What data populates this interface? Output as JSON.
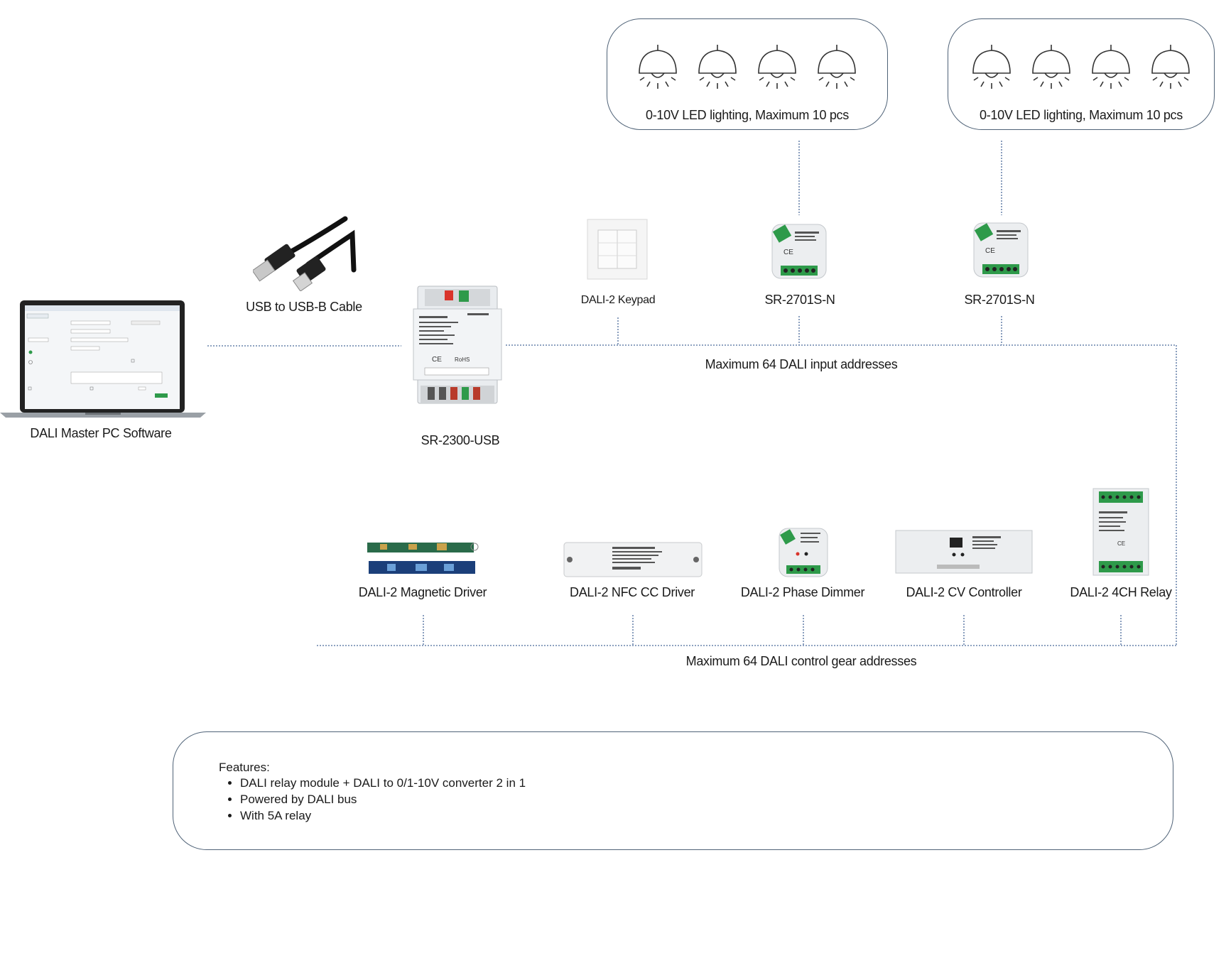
{
  "lighting_groups": [
    {
      "label": "0-10V LED lighting, Maximum 10 pcs",
      "lamp_count": 4
    },
    {
      "label": "0-10V LED lighting, Maximum 10 pcs",
      "lamp_count": 4
    }
  ],
  "devices": {
    "pc": {
      "label": "DALI Master PC Software"
    },
    "cable": {
      "label": "USB to USB-B Cable"
    },
    "master": {
      "label": "SR-2300-USB"
    },
    "keypad": {
      "label": "DALI-2 Keypad"
    },
    "relay1": {
      "label": "SR-2701S-N"
    },
    "relay2": {
      "label": "SR-2701S-N"
    }
  },
  "input_bus": {
    "label": "Maximum 64 DALI input addresses"
  },
  "control_gear": [
    {
      "label": "DALI-2 Magnetic Driver"
    },
    {
      "label": "DALI-2 NFC CC Driver"
    },
    {
      "label": "DALI-2 Phase Dimmer"
    },
    {
      "label": "DALI-2 CV Controller"
    },
    {
      "label": "DALI-2 4CH Relay"
    }
  ],
  "gear_bus": {
    "label": "Maximum 64 DALI control gear addresses"
  },
  "features": {
    "title": "Features:",
    "items": [
      "DALI relay module + DALI to 0/1-10V converter 2 in 1",
      "Powered by DALI bus",
      "With 5A relay"
    ]
  },
  "colors": {
    "wire": "#4a6a9a",
    "border": "#4f6277",
    "relay_green": "#2e9a4a"
  }
}
